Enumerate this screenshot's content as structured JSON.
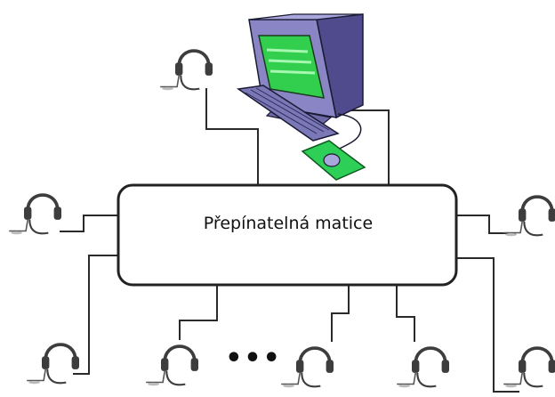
{
  "matrix": {
    "label": "Přepínatelná matice"
  },
  "ellipsis": "•••",
  "headsets": [
    {
      "id": "top-left"
    },
    {
      "id": "left-middle"
    },
    {
      "id": "right-middle"
    },
    {
      "id": "bottom-1"
    },
    {
      "id": "bottom-2"
    },
    {
      "id": "bottom-3"
    },
    {
      "id": "bottom-4"
    },
    {
      "id": "bottom-right"
    }
  ],
  "colors": {
    "line": "#2a2a2a",
    "monitor_body": "#8a86c6",
    "monitor_dark": "#4f4b8c",
    "screen": "#32cf4f",
    "mouse_pad": "#2ecf56",
    "headset": "#3d3d3d"
  }
}
